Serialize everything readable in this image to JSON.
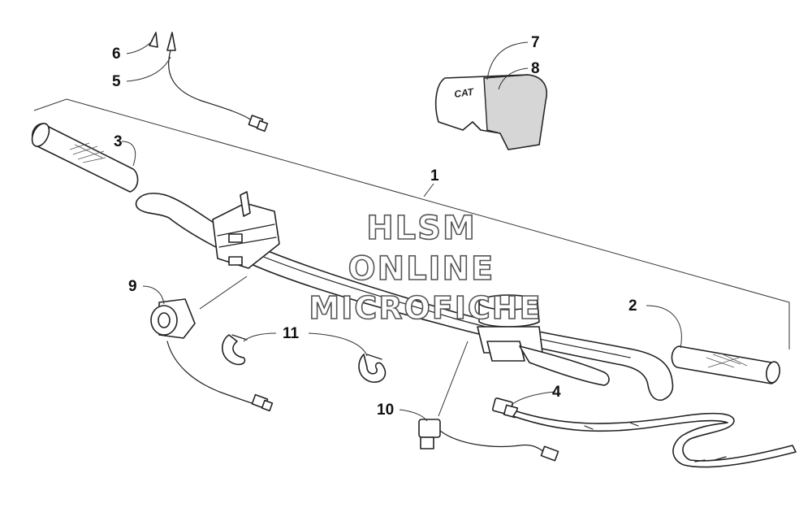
{
  "callouts": {
    "c1": "1",
    "c2": "2",
    "c3": "3",
    "c4": "4",
    "c5": "5",
    "c6": "6",
    "c7": "7",
    "c8": "8",
    "c9": "9",
    "c10": "10",
    "c11": "11"
  },
  "watermark": {
    "line1": "HLSM",
    "line2": "ONLINE",
    "line3": "MICROFICHE"
  },
  "pad_logo": "CAT"
}
